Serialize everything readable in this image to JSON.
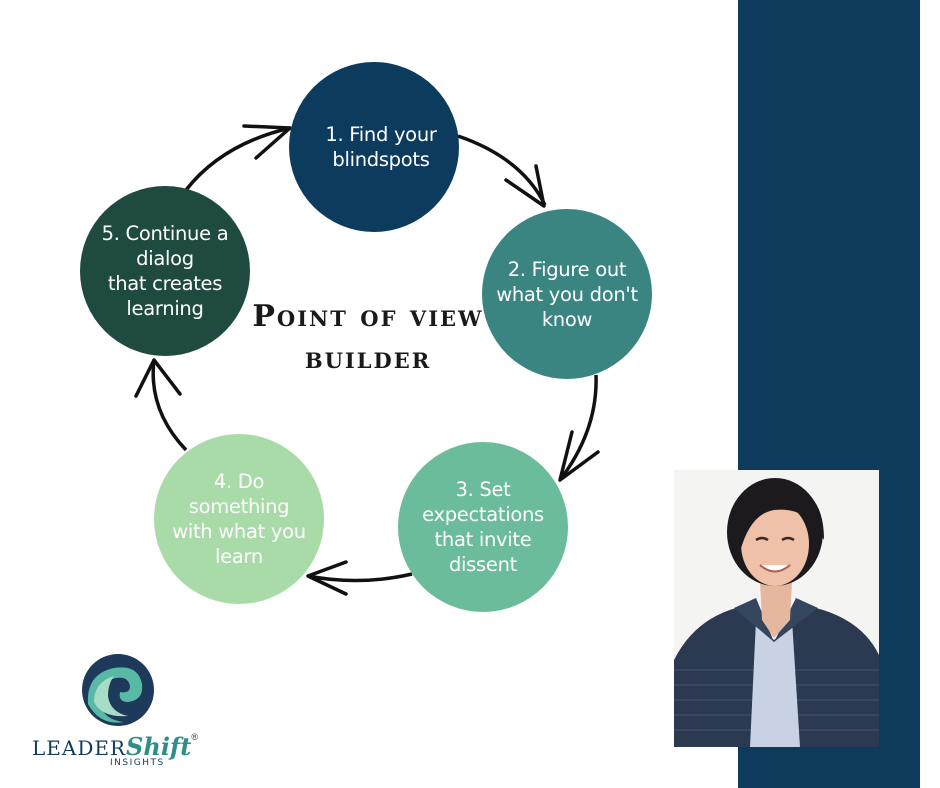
{
  "title": "Point of view builder",
  "steps": [
    {
      "label": "1. Find your\nblindspots",
      "color": "#0c3b5d",
      "text_color": "#ffffff"
    },
    {
      "label": "2. Figure out\nwhat you don't\nknow",
      "color": "#3a8482",
      "text_color": "#ffffff"
    },
    {
      "label": "3. Set\nexpectations\nthat invite\ndissent",
      "color": "#6bbc9a",
      "text_color": "#ffffff"
    },
    {
      "label": "4. Do\nsomething\nwith what you\nlearn",
      "color": "#a9dba8",
      "text_color": "#ffffff"
    },
    {
      "label": "5. Continue a\ndialog\nthat creates\nlearning",
      "color": "#1f4a40",
      "text_color": "#ffffff"
    }
  ],
  "logo": {
    "leader": "LEADER",
    "shift": "Shift",
    "registered": "®",
    "insights": "INSIGHTS"
  },
  "colors": {
    "navy_band": "#0e3a5c",
    "arrow": "#111111"
  },
  "icons": {
    "logo": "wave-logo-icon",
    "photo": "portrait-photo"
  }
}
